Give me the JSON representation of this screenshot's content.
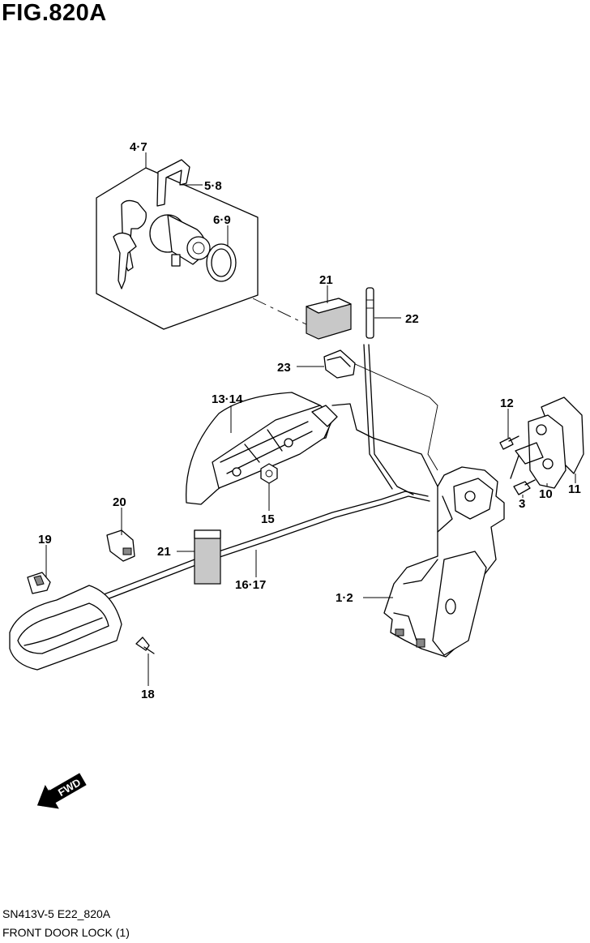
{
  "figure": {
    "title": "FIG.820A",
    "code": "SN413V-5 E22_820A",
    "name": "FRONT DOOR LOCK (1)"
  },
  "callouts": {
    "c1_2": "1·2",
    "c3": "3",
    "c4_7": "4·7",
    "c5_8": "5·8",
    "c6_9": "6·9",
    "c10": "10",
    "c11": "11",
    "c12": "12",
    "c13_14": "13·14",
    "c15": "15",
    "c16_17": "16·17",
    "c18": "18",
    "c19": "19",
    "c20": "20",
    "c21_top": "21",
    "c21_bottom": "21",
    "c22": "22",
    "c23": "23"
  },
  "direction_marker": {
    "label": "FWD",
    "icon": "fwd-arrow-icon"
  }
}
